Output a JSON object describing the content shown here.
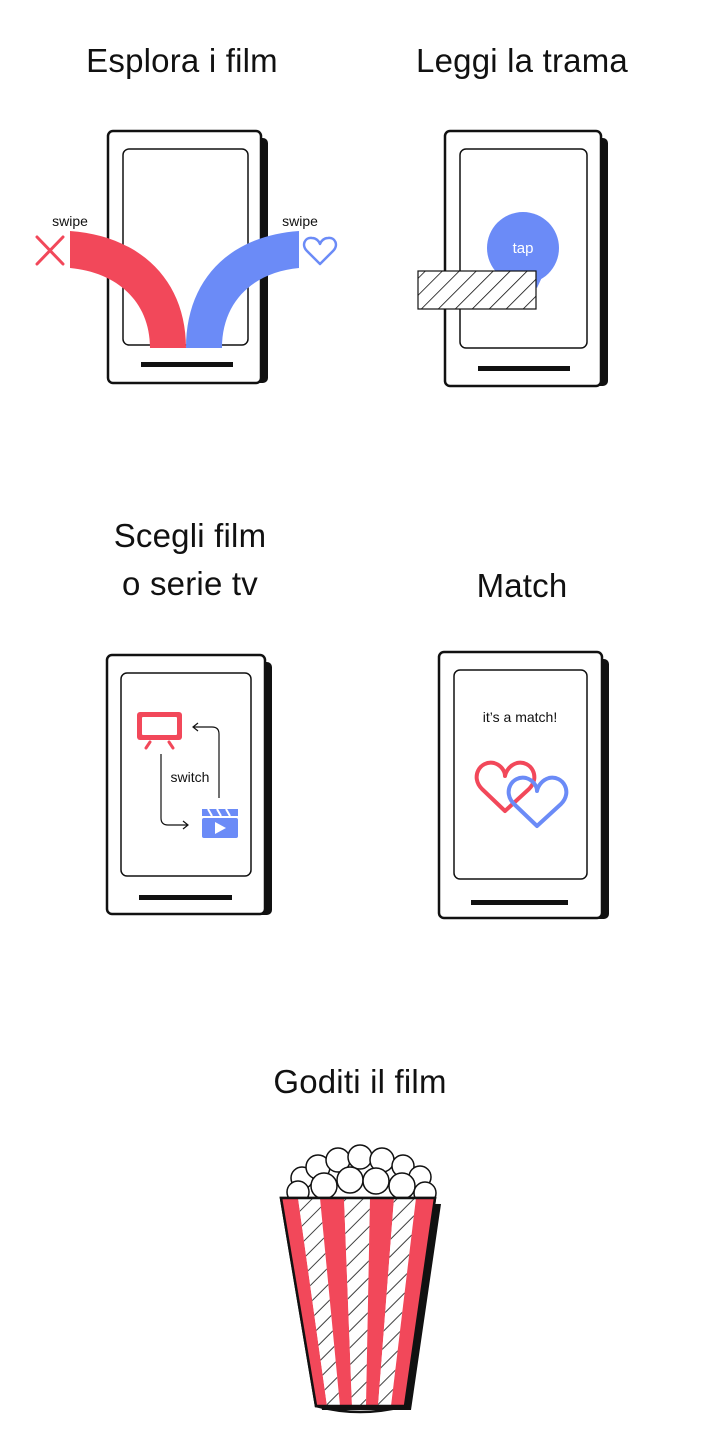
{
  "steps": [
    {
      "title": "Esplora i film",
      "swipe_left_label": "swipe",
      "swipe_right_label": "swipe"
    },
    {
      "title": "Leggi la trama",
      "tap_label": "tap"
    },
    {
      "title_line1": "Scegli film",
      "title_line2": "o serie tv",
      "switch_label": "switch"
    },
    {
      "title": "Match",
      "match_label": "it’s a match!"
    },
    {
      "title": "Goditi il film"
    }
  ],
  "colors": {
    "red": "#f2485a",
    "blue": "#6b8bf7",
    "ink": "#111111",
    "background": "#ffffff"
  },
  "icons": [
    "close-icon",
    "heart-outline-icon",
    "tv-icon",
    "clapperboard-play-icon",
    "double-heart-icon",
    "popcorn-icon"
  ]
}
